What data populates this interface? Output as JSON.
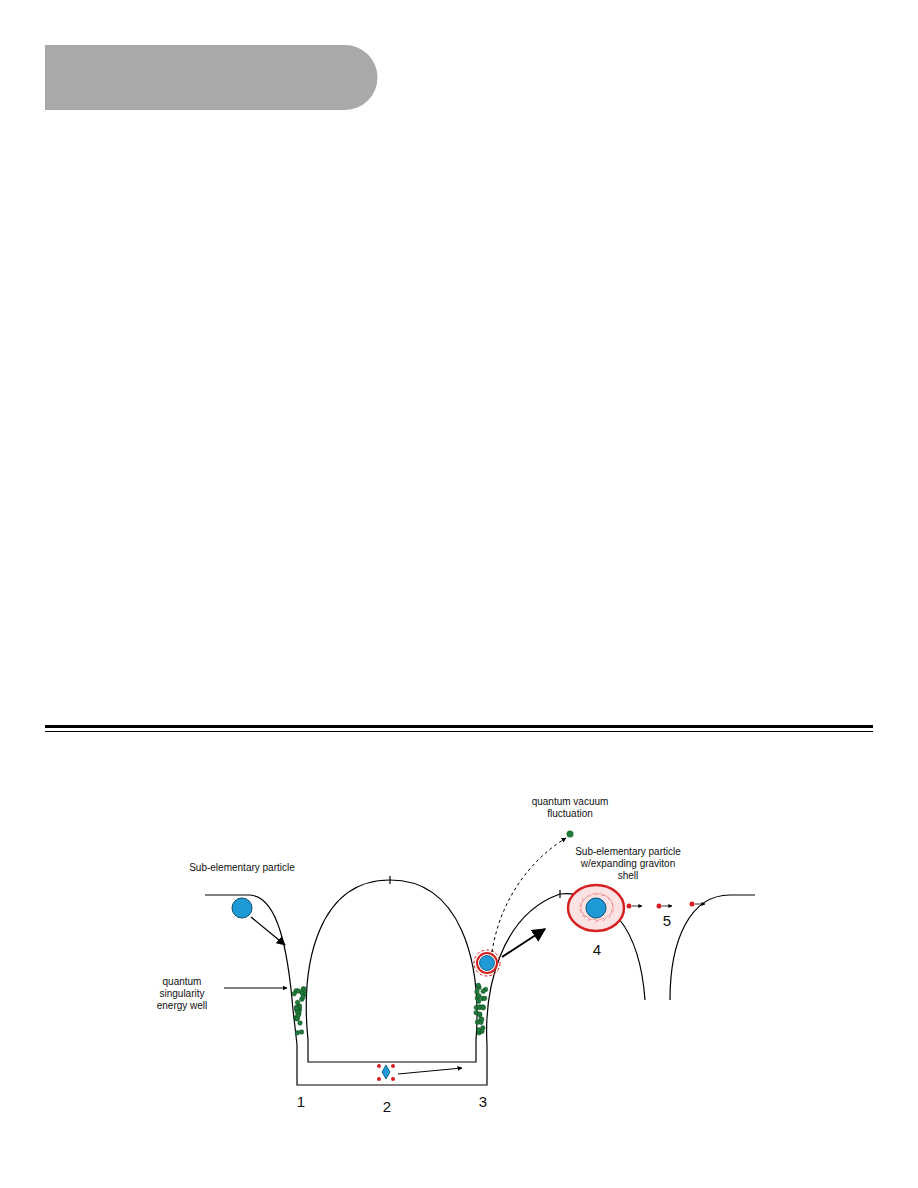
{
  "diagram": {
    "labels": [
      "Sub-elementary particle",
      "quantum singularity energy well",
      "quantum vacuum fluctuation",
      "Sub-elementary particle w/expanding graviton shell",
      "1",
      "2",
      "3",
      "4",
      "5"
    ]
  }
}
